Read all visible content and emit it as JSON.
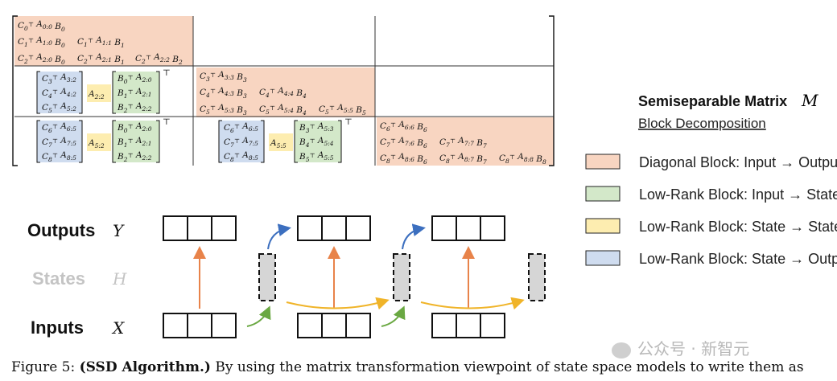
{
  "matrix": {
    "row0": [
      "C_0^T A_{0:0} B_0"
    ],
    "row1": [
      "C_1^T A_{1:0} B_0",
      "C_1^T A_{1:1} B_1"
    ],
    "row2": [
      "C_2^T A_{2:0} B_0",
      "C_2^T A_{2:1} B_1",
      "C_2^T A_{2:2} B_2"
    ],
    "lowrank1": {
      "c": [
        "C_3^T A_{3:2}",
        "C_4^T A_{4:2}",
        "C_5^T A_{5:2}"
      ],
      "a": "A_{2:2}",
      "b": [
        "B_0^T A_{2:0}",
        "B_1^T A_{2:1}",
        "B_2^T A_{2:2}"
      ]
    },
    "diag1": {
      "row3": [
        "C_3^T A_{3:3} B_3"
      ],
      "row4": [
        "C_4^T A_{4:3} B_3",
        "C_4^T A_{4:4} B_4"
      ],
      "row5": [
        "C_5^T A_{5:3} B_3",
        "C_5^T A_{5:4} B_4",
        "C_5^T A_{5:5} B_5"
      ]
    },
    "lowrank2": {
      "c": [
        "C_6^T A_{6:5}",
        "C_7^T A_{7:5}",
        "C_8^T A_{8:5}"
      ],
      "a": "A_{5:2}",
      "b": [
        "B_0^T A_{2:0}",
        "B_1^T A_{2:1}",
        "B_2^T A_{2:2}"
      ]
    },
    "lowrank3": {
      "c": [
        "C_6^T A_{6:5}",
        "C_7^T A_{7:5}",
        "C_8^T A_{8:5}"
      ],
      "a": "A_{5:5}",
      "b": [
        "B_3^T A_{5:3}",
        "B_4^T A_{5:4}",
        "B_5^T A_{5:5}"
      ]
    },
    "diag2": {
      "row6": [
        "C_6^T A_{6:6} B_6"
      ],
      "row7": [
        "C_7^T A_{7:6} B_6",
        "C_7^T A_{7:7} B_7"
      ],
      "row8": [
        "C_8^T A_{8:6} B_6",
        "C_8^T A_{8:7} B_7",
        "C_8^T A_{8:8} B_8"
      ]
    },
    "transpose_mark": "⊤"
  },
  "legend": {
    "title": "Semiseparable Matrix",
    "title_symbol": "M",
    "subtitle": "Block Decomposition",
    "items": [
      {
        "label": "Diagonal Block: Input → Output",
        "color": "#f8d5c1",
        "border": "#222222"
      },
      {
        "label": "Low-Rank Block: Input → State",
        "color": "#d3e8c9",
        "border": "#222222"
      },
      {
        "label": "Low-Rank Block: State → State",
        "color": "#fdedb0",
        "border": "#222222"
      },
      {
        "label": "Low-Rank Block: State → Output",
        "color": "#cfdcef",
        "border": "#222222"
      }
    ]
  },
  "diagram": {
    "outputs_label": "Outputs",
    "outputs_var": "Y",
    "states_label": "States",
    "states_var": "H",
    "inputs_label": "Inputs",
    "inputs_var": "X",
    "colors": {
      "orange": "#e8834a",
      "blue": "#3c6fbf",
      "green": "#6aa842",
      "yellow": "#f0b429",
      "state_fill": "#d6d6d6",
      "faded": "#c4c4c4"
    }
  },
  "caption": {
    "prefix": "Figure 5: ",
    "bold": "(SSD Algorithm.)",
    "rest": " By using the matrix transformation viewpoint of state space models to write them as"
  },
  "watermark": "公众号 · 新智元"
}
